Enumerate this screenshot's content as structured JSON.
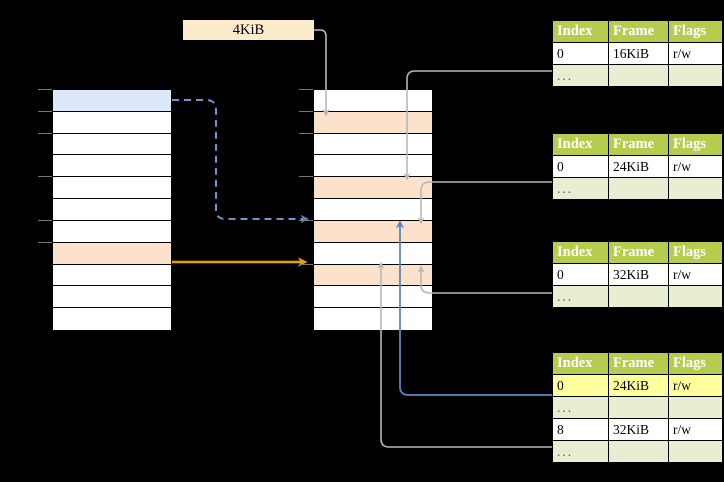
{
  "diagram": {
    "title_label": "4KiB",
    "background_color": "#000000",
    "accent_colors": {
      "header_green": "#b5cc4e",
      "alt_row_green": "#e7eed2",
      "highlight_yellow": "#ffff9e",
      "orange_row": "#fce2cb",
      "blue_row": "#dce9fa",
      "orange_arrow": "#e8a200",
      "blue_arrow": "#4a77b4",
      "gray_arrow": "#b7b7b7",
      "label_box": "#fdeccb"
    }
  },
  "virtual_table": {
    "name": "left-memory-column",
    "row_count": 11,
    "rows": [
      {
        "fill": "blue",
        "label": ""
      },
      {
        "fill": "white",
        "label": ""
      },
      {
        "fill": "white",
        "label": ""
      },
      {
        "fill": "white",
        "label": ""
      },
      {
        "fill": "white",
        "label": ""
      },
      {
        "fill": "white",
        "label": ""
      },
      {
        "fill": "white",
        "label": ""
      },
      {
        "fill": "orange",
        "label": ""
      },
      {
        "fill": "white",
        "label": ""
      },
      {
        "fill": "white",
        "label": ""
      },
      {
        "fill": "white",
        "label": ""
      }
    ]
  },
  "physical_table": {
    "name": "middle-memory-column",
    "row_count": 11,
    "rows": [
      {
        "fill": "white",
        "label": ""
      },
      {
        "fill": "orange",
        "label": ""
      },
      {
        "fill": "white",
        "label": ""
      },
      {
        "fill": "white",
        "label": ""
      },
      {
        "fill": "orange",
        "label": ""
      },
      {
        "fill": "white",
        "label": ""
      },
      {
        "fill": "orange",
        "label": ""
      },
      {
        "fill": "white",
        "label": ""
      },
      {
        "fill": "orange",
        "label": ""
      },
      {
        "fill": "white",
        "label": ""
      },
      {
        "fill": "white",
        "label": ""
      }
    ]
  },
  "page_tables": [
    {
      "name": "page-table-1",
      "headers": [
        "Index",
        "Frame",
        "Flags"
      ],
      "rows": [
        {
          "cells": [
            "0",
            "16KiB",
            "r/w"
          ],
          "style": "normal",
          "highlight": [
            false,
            false,
            false
          ]
        },
        {
          "cells": [
            "...",
            "",
            ""
          ],
          "style": "alt",
          "highlight": [
            false,
            false,
            false
          ]
        }
      ]
    },
    {
      "name": "page-table-2",
      "headers": [
        "Index",
        "Frame",
        "Flags"
      ],
      "rows": [
        {
          "cells": [
            "0",
            "24KiB",
            "r/w"
          ],
          "style": "normal",
          "highlight": [
            false,
            false,
            false
          ]
        },
        {
          "cells": [
            "...",
            "",
            ""
          ],
          "style": "alt",
          "highlight": [
            false,
            false,
            false
          ]
        }
      ]
    },
    {
      "name": "page-table-3",
      "headers": [
        "Index",
        "Frame",
        "Flags"
      ],
      "rows": [
        {
          "cells": [
            "0",
            "32KiB",
            "r/w"
          ],
          "style": "normal",
          "highlight": [
            false,
            false,
            false
          ]
        },
        {
          "cells": [
            "...",
            "",
            ""
          ],
          "style": "alt",
          "highlight": [
            false,
            false,
            false
          ]
        }
      ]
    },
    {
      "name": "page-table-4",
      "headers": [
        "Index",
        "Frame",
        "Flags"
      ],
      "rows": [
        {
          "cells": [
            "0",
            "24KiB",
            "r/w"
          ],
          "style": "normal",
          "highlight": [
            true,
            true,
            true
          ]
        },
        {
          "cells": [
            "...",
            "",
            ""
          ],
          "style": "alt",
          "highlight": [
            false,
            false,
            false
          ]
        },
        {
          "cells": [
            "8",
            "32KiB",
            "r/w"
          ],
          "style": "normal",
          "highlight": [
            false,
            false,
            false
          ]
        },
        {
          "cells": [
            "...",
            "",
            ""
          ],
          "style": "alt",
          "highlight": [
            false,
            false,
            false
          ]
        }
      ]
    }
  ]
}
